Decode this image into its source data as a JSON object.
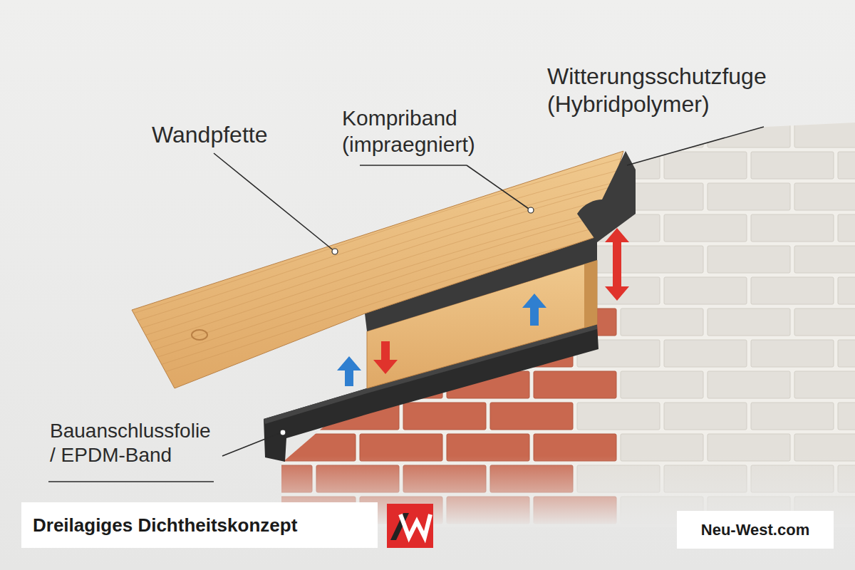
{
  "diagram": {
    "nodes": [
      {
        "text": [
          "Dreilagiges Dichtheitskonzept"
        ]
      },
      {
        "text": [
          "Neu-West.com"
        ]
      }
    ],
    "labels": [
      "Wandpfette",
      "Kompriband (impraegniert)",
      "Witterungsschutzfuge (Hybridpolymer)",
      "Bauanschlussfolie / EPDM-Band"
    ]
  }
}
